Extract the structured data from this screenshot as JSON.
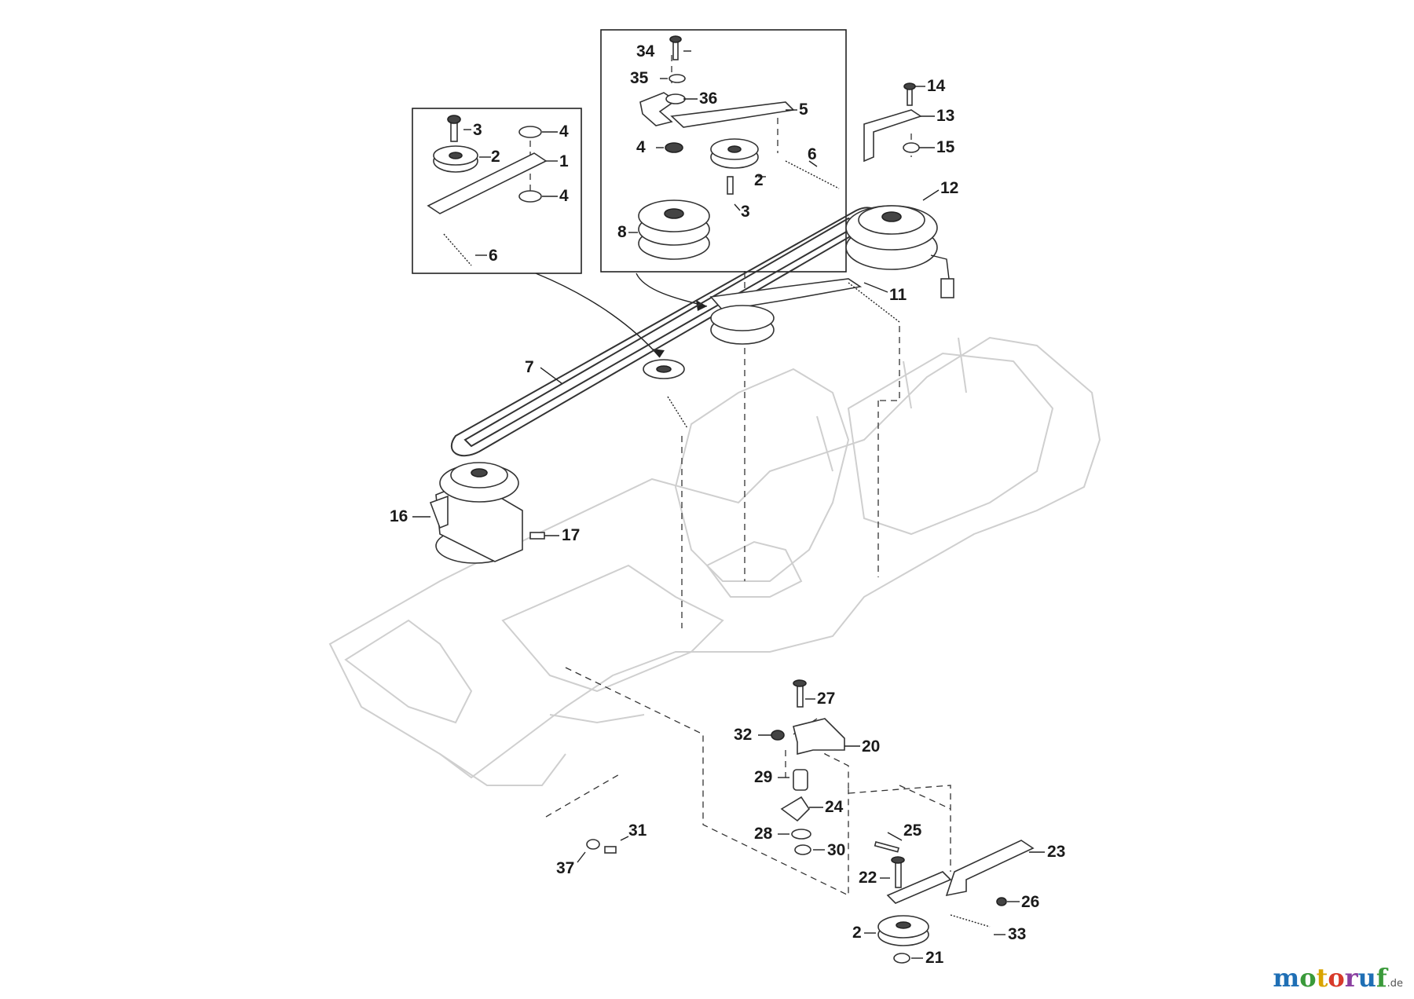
{
  "callouts": {
    "c1": "1",
    "c2a": "2",
    "c3a": "3",
    "c4a": "4",
    "c4b": "4",
    "c6a": "6",
    "c34": "34",
    "c35": "35",
    "c36": "36",
    "c5": "5",
    "c4c": "4",
    "c6b": "6",
    "c2b": "2",
    "c3b": "3",
    "c8": "8",
    "c14": "14",
    "c13": "13",
    "c15": "15",
    "c12": "12",
    "c11": "11",
    "c7": "7",
    "c16": "16",
    "c17": "17",
    "c27": "27",
    "c32": "32",
    "c20": "20",
    "c29": "29",
    "c24": "24",
    "c25": "25",
    "c28": "28",
    "c30": "30",
    "c23": "23",
    "c22": "22",
    "c26": "26",
    "c2c": "2",
    "c33": "33",
    "c21": "21",
    "c31": "31",
    "c37": "37"
  },
  "logo": {
    "letters": [
      "m",
      "o",
      "t",
      "o",
      "r",
      "u",
      "f"
    ],
    "letter_colors": [
      "#1f6fb5",
      "#3a9a3a",
      "#d9a400",
      "#d83a2a",
      "#8a3fa0",
      "#1f6fb5",
      "#3a9a3a"
    ],
    "suffix": ".de"
  }
}
